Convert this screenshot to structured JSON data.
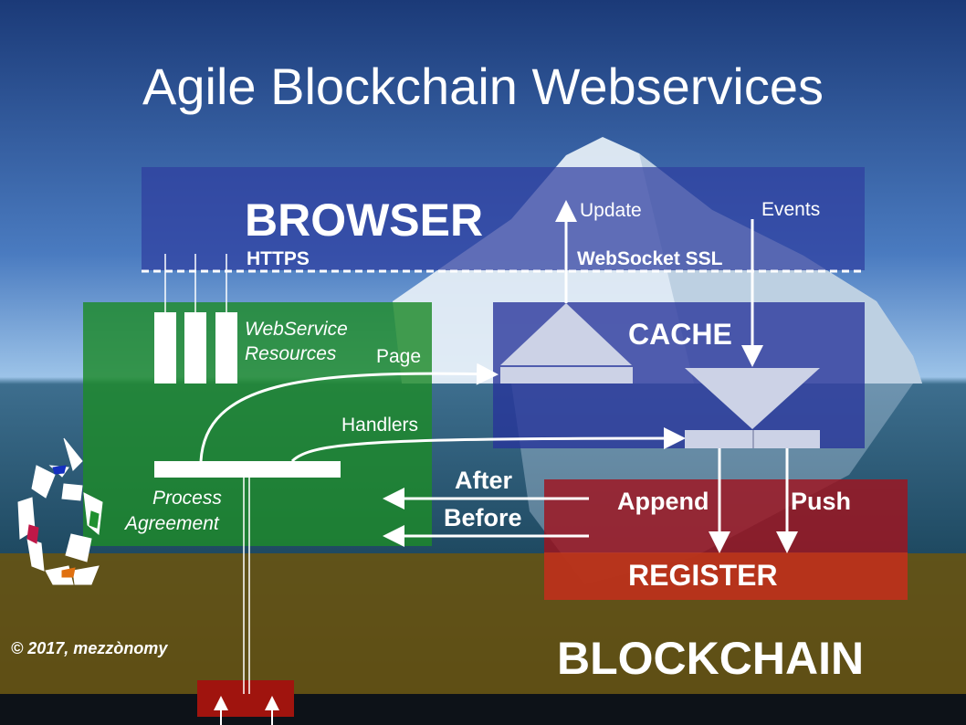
{
  "title": "Agile Blockchain Webservices",
  "browser": {
    "label": "BROWSER",
    "https": "HTTPS",
    "websocket": "WebSocket SSL",
    "update": "Update",
    "events": "Events"
  },
  "webservice": {
    "line1": "WebService",
    "line2": "Resources"
  },
  "cache": {
    "label": "CACHE",
    "page": "Page",
    "handlers": "Handlers"
  },
  "process": {
    "line1": "Process",
    "line2": "Agreement"
  },
  "register": {
    "label": "REGISTER",
    "append": "Append",
    "push": "Push",
    "after": "After",
    "before": "Before"
  },
  "blockchain": {
    "label": "BLOCKCHAIN"
  },
  "copyright": "© 2017, mezzònomy",
  "colors": {
    "browser": "#2f3fa0",
    "cache": "#26339a",
    "webservice": "#1d8a2a",
    "register": "#a0141e",
    "blockchain": "#6a5410",
    "sky": "#1c3c78"
  }
}
